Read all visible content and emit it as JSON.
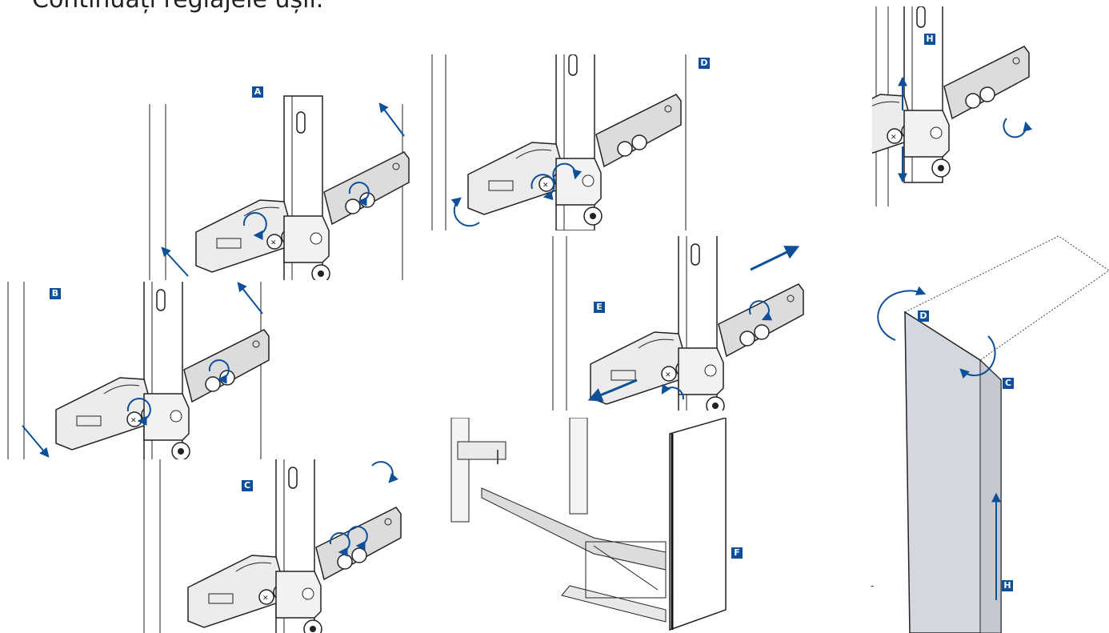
{
  "heading": "Continuați reglajele ușii.",
  "panels": {
    "A": "A",
    "B": "B",
    "C": "C",
    "D": "D",
    "E": "E",
    "F": "F",
    "H": "H"
  },
  "overview": {
    "label_d": "D",
    "label_c": "C",
    "label_h": "H",
    "tick": "-"
  },
  "colors": {
    "accent": "#0d4f99",
    "line": "#222222",
    "fill_light": "#e6e6e6",
    "fill_mid": "#cfcfcf",
    "door": "#c9ced6"
  }
}
